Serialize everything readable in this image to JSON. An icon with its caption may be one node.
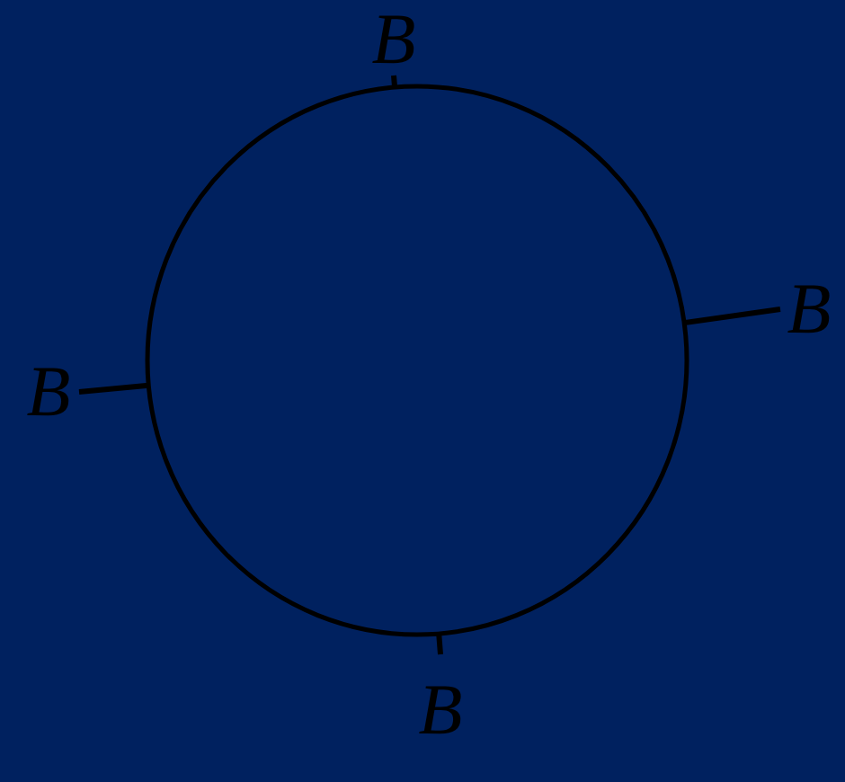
{
  "diagram": {
    "nodes": [
      {
        "text": [],
        "shape": "circle"
      },
      {
        "text": [
          "B"
        ]
      },
      {
        "text": [
          "B"
        ]
      },
      {
        "text": [
          "B"
        ]
      },
      {
        "text": [
          "B"
        ]
      }
    ],
    "edges": [
      {
        "from": 1,
        "to": 0,
        "arrow": "none"
      },
      {
        "from": 2,
        "to": 0,
        "arrow": "none"
      },
      {
        "from": 3,
        "to": 0,
        "arrow": "none"
      },
      {
        "from": 4,
        "to": 0,
        "arrow": "none"
      }
    ]
  }
}
